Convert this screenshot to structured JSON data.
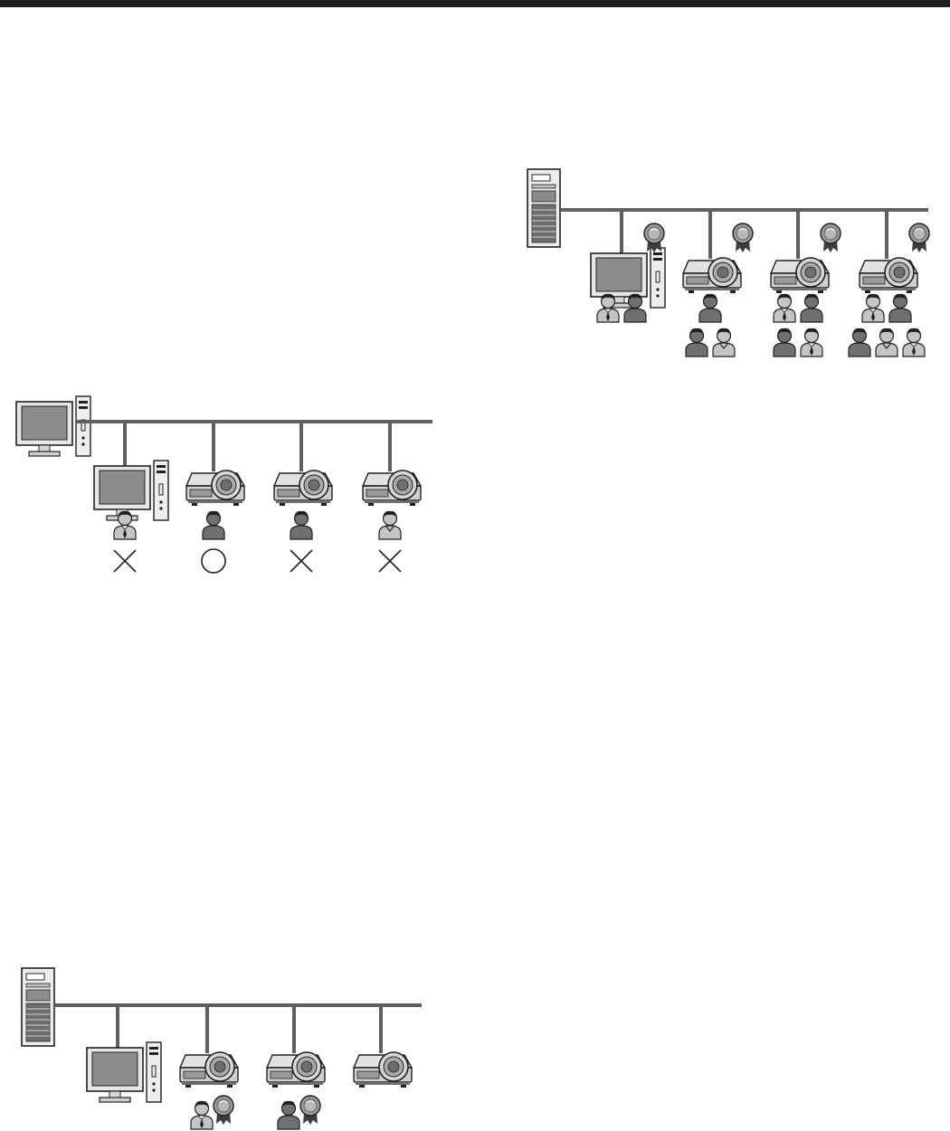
{
  "colors": {
    "ink": "#231f20",
    "line": "#5f5f5f",
    "screen": "#8c8c8c",
    "body_light": "#e2e2e2",
    "body_mid": "#bdbdbd",
    "body_dark": "#6e6e6e",
    "person_dark": "#707070",
    "person_light": "#c4c4c4",
    "medal": "#8a8a8a"
  },
  "diagrams": [
    {
      "id": "pc-hub",
      "host": "pc",
      "nodes": [
        {
          "device": "pc",
          "status": "cross",
          "users": [
            {
              "tone": "light",
              "style": "tie"
            }
          ]
        },
        {
          "device": "projector",
          "status": "circle",
          "users": [
            {
              "tone": "dark",
              "style": "plain"
            }
          ]
        },
        {
          "device": "projector",
          "status": "cross",
          "users": [
            {
              "tone": "dark",
              "style": "plain"
            }
          ]
        },
        {
          "device": "projector",
          "status": "cross",
          "users": [
            {
              "tone": "light",
              "style": "collar"
            }
          ]
        }
      ]
    },
    {
      "id": "server-certs",
      "host": "server",
      "nodes": [
        {
          "device": "pc",
          "certificate": false,
          "users": []
        },
        {
          "device": "projector",
          "certificate": true,
          "users": [
            {
              "tone": "light",
              "style": "tie"
            }
          ]
        },
        {
          "device": "projector",
          "certificate": true,
          "users": [
            {
              "tone": "dark",
              "style": "plain"
            }
          ]
        },
        {
          "device": "projector",
          "certificate": false,
          "users": []
        }
      ]
    },
    {
      "id": "server-device-certs",
      "host": "server",
      "nodes": [
        {
          "device": "pc",
          "certificate": true,
          "users": [
            {
              "tone": "light",
              "style": "tie"
            },
            {
              "tone": "dark",
              "style": "plain"
            }
          ]
        },
        {
          "device": "projector",
          "certificate": true,
          "users": [
            {
              "tone": "dark",
              "style": "plain"
            },
            {
              "tone": "dark",
              "style": "plain"
            },
            {
              "tone": "light",
              "style": "collar"
            }
          ]
        },
        {
          "device": "projector",
          "certificate": true,
          "users": [
            {
              "tone": "light",
              "style": "tie"
            },
            {
              "tone": "dark",
              "style": "plain"
            },
            {
              "tone": "dark",
              "style": "plain"
            },
            {
              "tone": "light",
              "style": "tie"
            }
          ]
        },
        {
          "device": "projector",
          "certificate": true,
          "users": [
            {
              "tone": "light",
              "style": "tie"
            },
            {
              "tone": "dark",
              "style": "plain"
            },
            {
              "tone": "dark",
              "style": "plain"
            },
            {
              "tone": "light",
              "style": "collar"
            },
            {
              "tone": "light",
              "style": "tie"
            }
          ]
        }
      ]
    }
  ]
}
